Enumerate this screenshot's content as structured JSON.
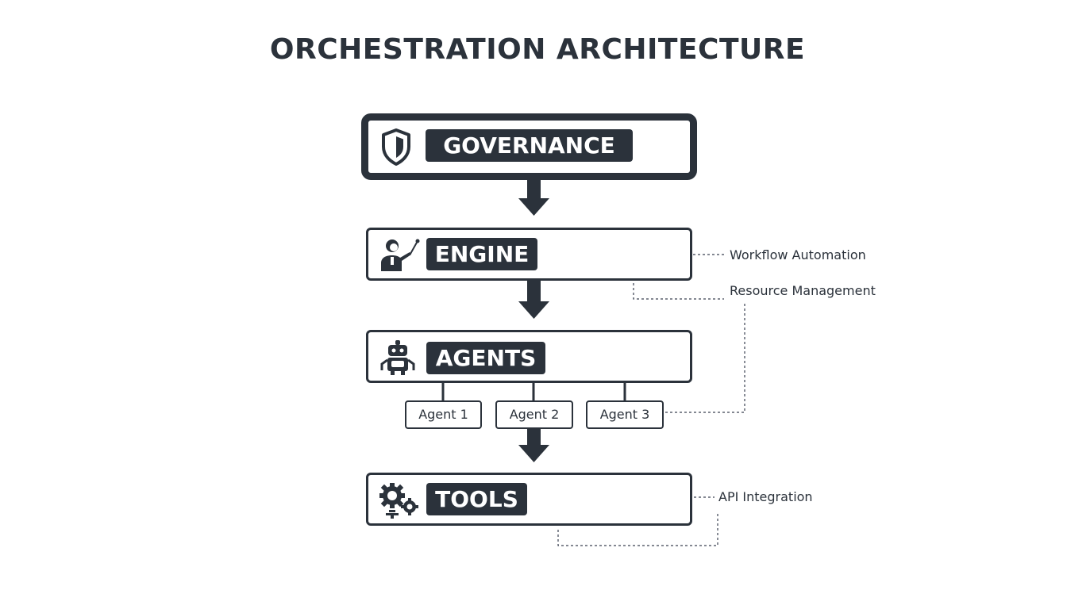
{
  "title": "ORCHESTRATION ARCHITECTURE",
  "layers": {
    "governance": {
      "label": "GOVERNANCE",
      "icon": "shield-icon"
    },
    "engine": {
      "label": "ENGINE",
      "icon": "presenter-icon"
    },
    "agents": {
      "label": "AGENTS",
      "icon": "robot-icon"
    },
    "tools": {
      "label": "TOOLS",
      "icon": "gears-icon"
    }
  },
  "agents": [
    "Agent 1",
    "Agent 2",
    "Agent 3"
  ],
  "annotations": {
    "workflow": "Workflow Automation",
    "resource": "Resource Management",
    "api": "API Integration"
  },
  "colors": {
    "primary": "#2b323b",
    "background": "#ffffff"
  }
}
